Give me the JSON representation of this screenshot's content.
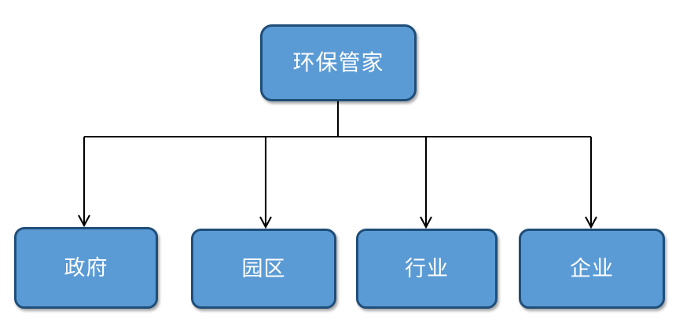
{
  "diagram": {
    "type": "organization-chart",
    "orientation": "top-down",
    "background_color": "#FFFFFF",
    "node_fill_color": "#5B9BD5",
    "node_border_color": "#1F4E79",
    "node_text_color": "#FFFFFF",
    "connector_color": "#000000",
    "root": {
      "label": "环保管家"
    },
    "children": [
      {
        "label": "政府"
      },
      {
        "label": "园区"
      },
      {
        "label": "行业"
      },
      {
        "label": "企业"
      }
    ]
  }
}
